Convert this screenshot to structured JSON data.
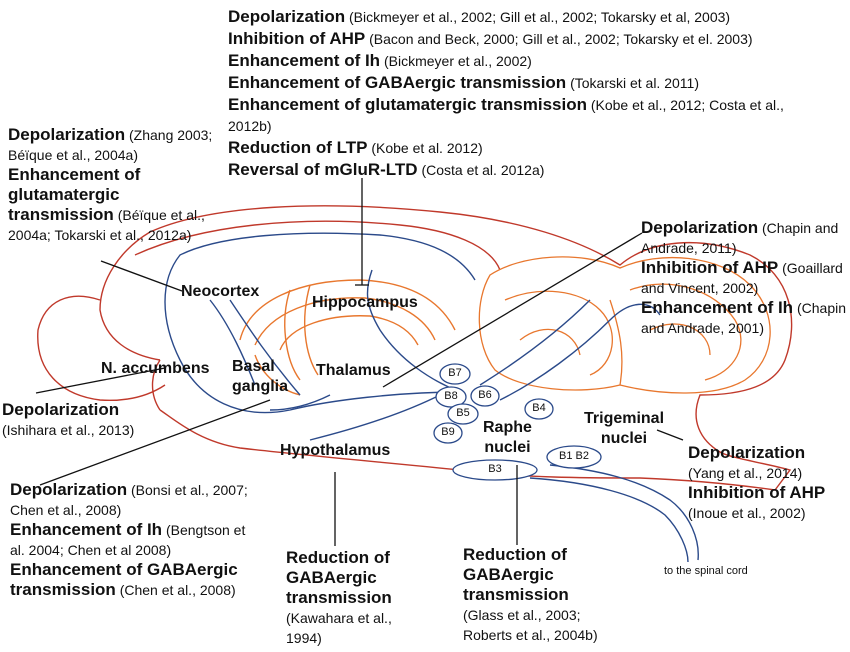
{
  "regions": {
    "neocortex": "Neocortex",
    "hippocampus": "Hippocampus",
    "n_accumbens": "N. accumbens",
    "basal_ganglia": [
      "Basal",
      "ganglia"
    ],
    "thalamus": "Thalamus",
    "hypothalamus": "Hypothalamus",
    "raphe_nuclei": [
      "Raphe",
      "nuclei"
    ],
    "trigeminal_nuclei": [
      "Trigeminal",
      "nuclei"
    ]
  },
  "nuclei": [
    "B7",
    "B8",
    "B6",
    "B5",
    "B4",
    "B9",
    "B3",
    "B1 B2"
  ],
  "spinal_cord_label": "to the spinal cord",
  "effects": {
    "hippocampus": [
      {
        "effect": "Depolarization",
        "citation": "(Bickmeyer et al., 2002; Gill et al., 2002; Tokarsky et al, 2003)"
      },
      {
        "effect": "Inhibition of AHP",
        "citation": "(Bacon and Beck, 2000; Gill et al., 2002; Tokarsky et el. 2003)"
      },
      {
        "effect": "Enhancement of Ih",
        "citation": "(Bickmeyer et al., 2002)"
      },
      {
        "effect": "Enhancement of GABAergic transmission",
        "citation": "(Tokarski et al. 2011)"
      },
      {
        "effect": "Enhancement of glutamatergic transmission",
        "citation": "(Kobe et al., 2012; Costa et al., 2012b)"
      },
      {
        "effect": "Reduction of LTP",
        "citation": "(Kobe et al. 2012)"
      },
      {
        "effect": "Reversal of mGluR-LTD",
        "citation": "(Costa et al. 2012a)"
      }
    ],
    "neocortex": [
      {
        "effect": "Depolarization",
        "citation": "(Zhang 2003; Béïque et al., 2004a)"
      },
      {
        "effect": "Enhancement of glutamatergic transmission",
        "citation": "(Béïque et al., 2004a; Tokarski et al., 2012a)"
      }
    ],
    "cerebellum": [
      {
        "effect": "Depolarization",
        "citation": "(Chapin and Andrade, 2011)"
      },
      {
        "effect": "Inhibition of AHP",
        "citation": "(Goaillard and Vincent, 2002)"
      },
      {
        "effect": "Enhancement of Ih",
        "citation": "(Chapin and Andrade, 2001)"
      }
    ],
    "n_accumbens": [
      {
        "effect": "Depolarization",
        "citation": "(Ishihara et al., 2013)"
      }
    ],
    "basal_ganglia": [
      {
        "effect": "Depolarization",
        "citation": "(Bonsi et al., 2007; Chen et al., 2008)"
      },
      {
        "effect": "Enhancement of Ih",
        "citation": "(Bengtson et al. 2004; Chen et al 2008)"
      },
      {
        "effect": "Enhancement of GABAergic transmission",
        "citation": "(Chen et al., 2008)"
      }
    ],
    "hypothalamus": [
      {
        "effect": "Reduction of GABAergic transmission",
        "citation": "(Kawahara et al., 1994)"
      }
    ],
    "raphe": [
      {
        "effect": "Reduction of GABAergic transmission",
        "citation": "(Glass et al., 2003; Roberts et al., 2004b)"
      }
    ],
    "trigeminal": [
      {
        "effect": "Depolarization",
        "citation": "(Yang et al., 2014)"
      },
      {
        "effect": "Inhibition of AHP",
        "citation": "(Inoue et al., 2002)"
      }
    ]
  },
  "colors": {
    "outline": "#c0392b",
    "hippocampus": "#e8772e",
    "fiber": "#2b4a8a",
    "leader": "#111111"
  }
}
